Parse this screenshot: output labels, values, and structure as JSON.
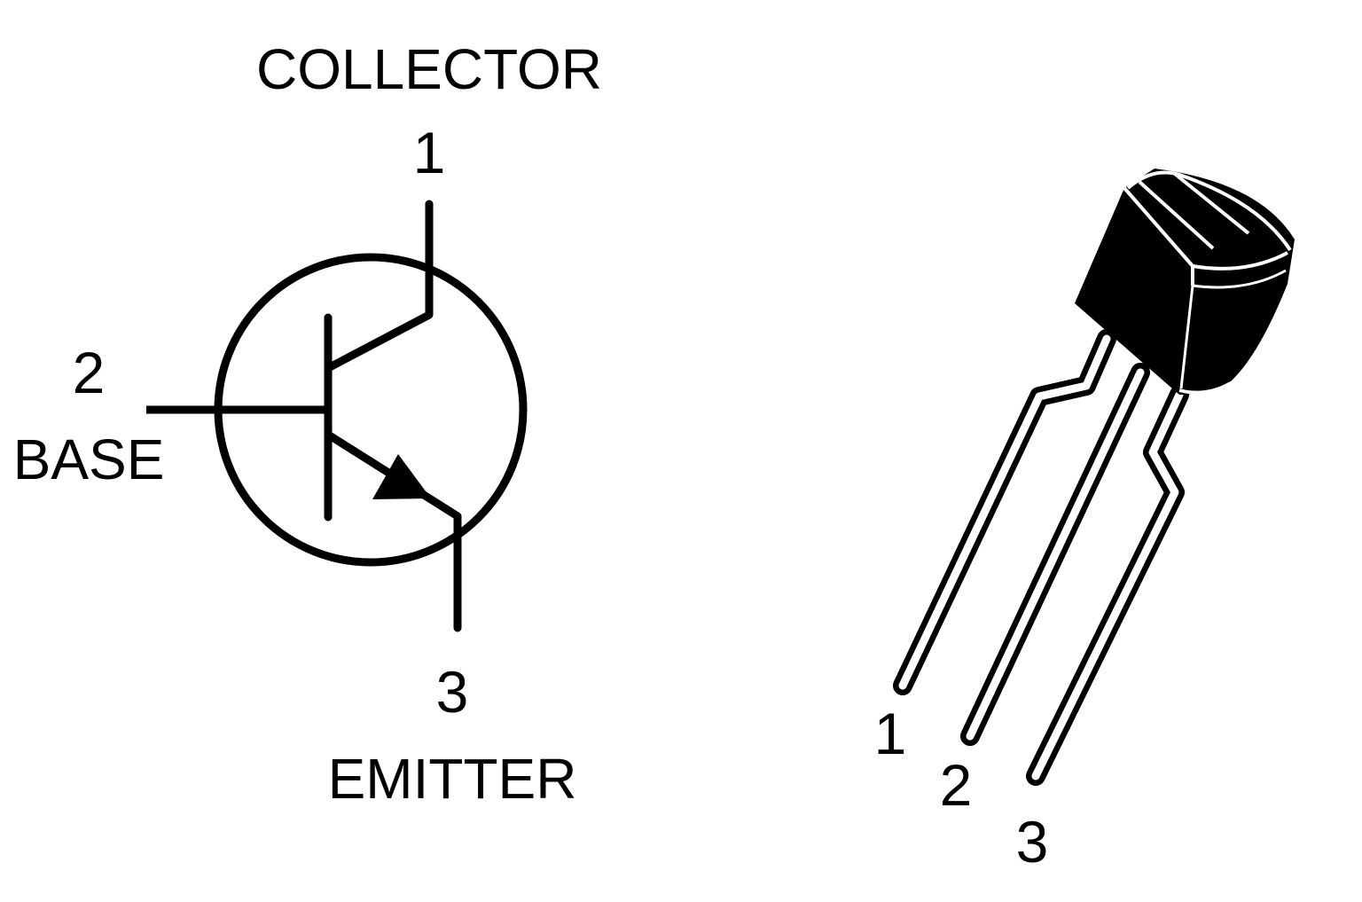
{
  "schematic": {
    "collector_label": "COLLECTOR",
    "collector_pin": "1",
    "base_pin": "2",
    "base_label": "BASE",
    "emitter_pin": "3",
    "emitter_label": "EMITTER"
  },
  "package": {
    "lead_labels": [
      "1",
      "2",
      "3"
    ],
    "body_color": "#000000"
  },
  "colors": {
    "ink": "#000000",
    "background": "#ffffff"
  },
  "icons": {
    "schematic": "npn-transistor-symbol-icon",
    "package": "to-92-package-icon"
  }
}
